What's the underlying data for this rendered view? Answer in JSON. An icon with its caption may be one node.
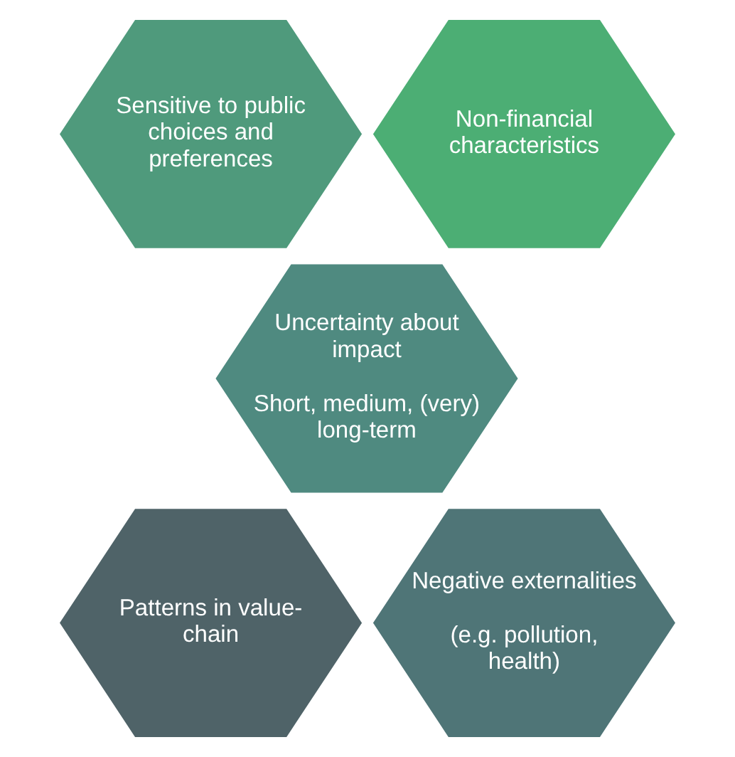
{
  "diagram": {
    "nodes": [
      {
        "text": [
          "Sensitive to public choices and preferences"
        ]
      },
      {
        "text": [
          "Non-financial characteristics"
        ]
      },
      {
        "text": [
          "Uncertainty about impact",
          "Short, medium, (very) long-term"
        ]
      },
      {
        "text": [
          "Patterns in value-chain"
        ]
      },
      {
        "text": [
          "Negative externalities",
          "(e.g. pollution, health)"
        ]
      }
    ]
  }
}
